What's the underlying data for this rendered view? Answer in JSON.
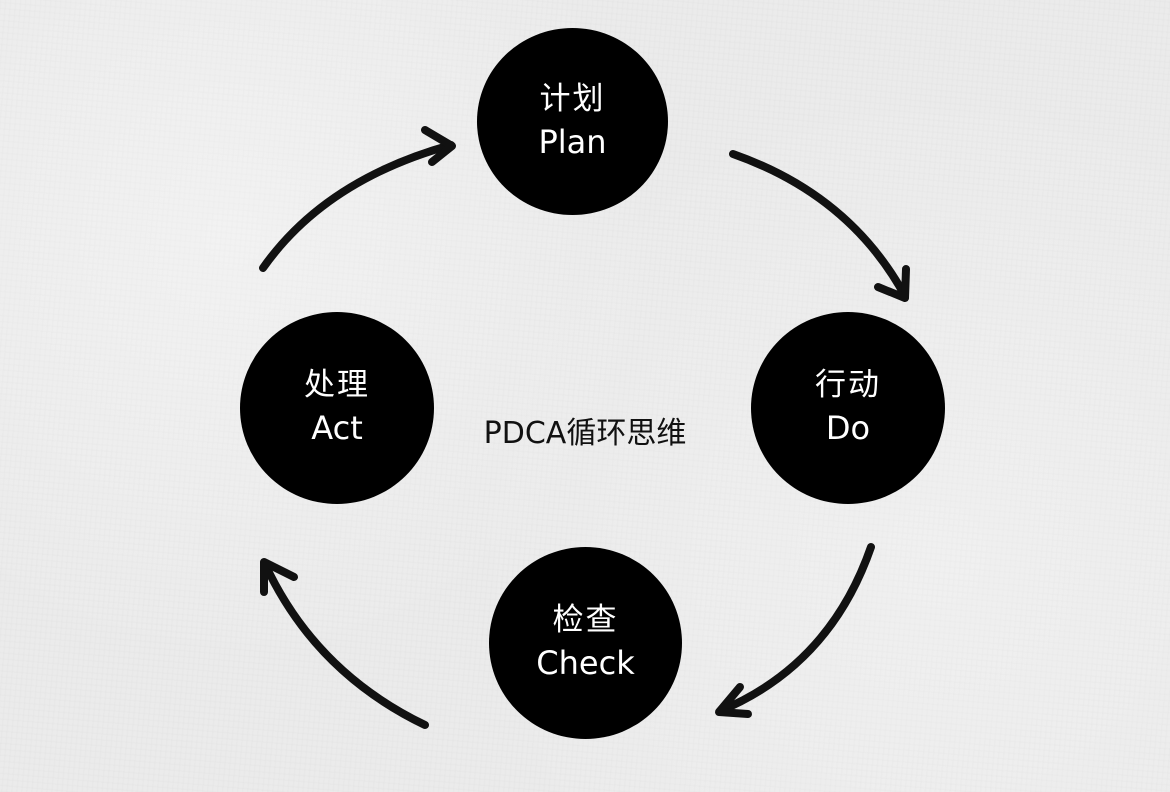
{
  "diagram": {
    "title": "PDCA循环思维",
    "node_color": "#000000",
    "text_color": "#ffffff",
    "arrow_color": "#111111",
    "nodes": [
      {
        "id": "plan",
        "zh": "计划",
        "en": "Plan"
      },
      {
        "id": "do",
        "zh": "行动",
        "en": "Do"
      },
      {
        "id": "check",
        "zh": "检查",
        "en": "Check"
      },
      {
        "id": "act",
        "zh": "处理",
        "en": "Act"
      }
    ],
    "flow": [
      "plan",
      "do",
      "check",
      "act",
      "plan"
    ]
  }
}
